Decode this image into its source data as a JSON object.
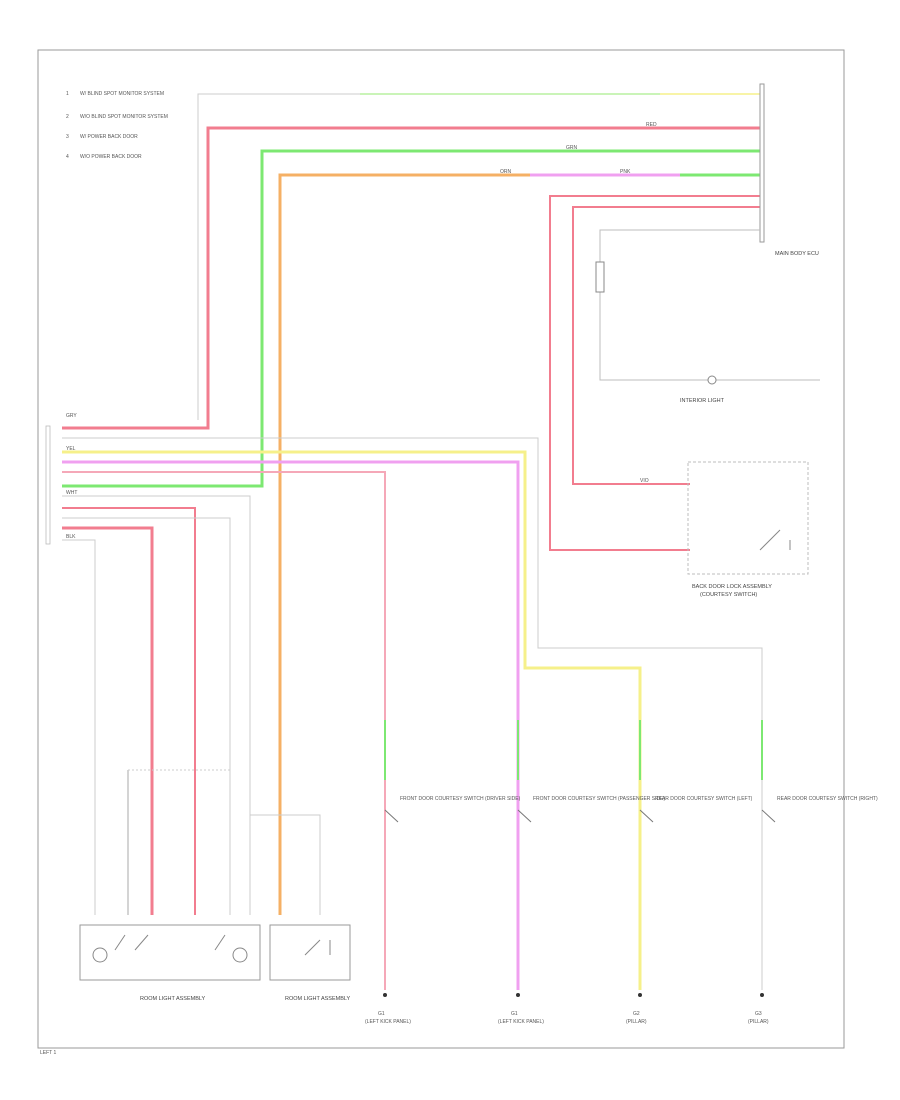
{
  "legend": [
    {
      "num": "1",
      "text": "W/ BLIND SPOT MONITOR SYSTEM"
    },
    {
      "num": "2",
      "text": "W/O BLIND SPOT MONITOR SYSTEM"
    },
    {
      "num": "3",
      "text": "W/ POWER BACK DOOR"
    },
    {
      "num": "4",
      "text": "W/O POWER BACK DOOR"
    }
  ],
  "modules": {
    "main_body": "MAIN BODY ECU",
    "interior_light": "INTERIOR LIGHT",
    "door_lock_motor": "BACK DOOR LOCK ASSEMBLY",
    "door_lock_motor_sub": "(COURTESY SWITCH)",
    "room_light_left": "ROOM LIGHT ASSEMBLY",
    "room_light_right": "ROOM LIGHT ASSEMBLY"
  },
  "door_switches": [
    {
      "label": "FRONT DOOR COURTESY SWITCH (DRIVER SIDE)",
      "ground": "G1",
      "ground_sub": "(LEFT KICK PANEL)"
    },
    {
      "label": "FRONT DOOR COURTESY SWITCH (PASSENGER SIDE)",
      "ground": "G1",
      "ground_sub": "(LEFT KICK PANEL)"
    },
    {
      "label": "REAR DOOR COURTESY SWITCH (LEFT)",
      "ground": "G2",
      "ground_sub": "(PILLAR)"
    },
    {
      "label": "REAR DOOR COURTESY SWITCH (RIGHT)",
      "ground": "G3",
      "ground_sub": "(PILLAR)"
    }
  ],
  "wire_labels": {
    "gry": "GRY",
    "red": "RED",
    "grn": "GRN",
    "orn": "ORN",
    "pnk": "PNK",
    "yel": "YEL",
    "wht": "WHT",
    "blk": "BLK",
    "vio": "VIO"
  },
  "footer": "LEFT 1",
  "colors": {
    "red": "#f27d8f",
    "green": "#7de872",
    "orange": "#f5b065",
    "pink": "#f0a0f0",
    "yellow": "#f6f08a",
    "gray": "#bdbdbd",
    "border": "#9a9a9a"
  }
}
